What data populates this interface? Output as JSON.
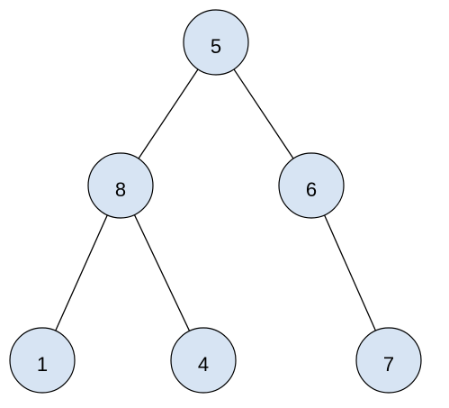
{
  "diagram": {
    "node_fill": "#d7e4f3",
    "node_stroke": "#000000",
    "edge_color": "#000000",
    "nodes": [
      {
        "id": "n5",
        "label": "5"
      },
      {
        "id": "n8",
        "label": "8"
      },
      {
        "id": "n6",
        "label": "6"
      },
      {
        "id": "n1",
        "label": "1"
      },
      {
        "id": "n4",
        "label": "4"
      },
      {
        "id": "n7",
        "label": "7"
      }
    ],
    "edges": [
      {
        "from": "n5",
        "to": "n8"
      },
      {
        "from": "n5",
        "to": "n6"
      },
      {
        "from": "n8",
        "to": "n1"
      },
      {
        "from": "n8",
        "to": "n4"
      },
      {
        "from": "n6",
        "to": "n7"
      }
    ]
  }
}
